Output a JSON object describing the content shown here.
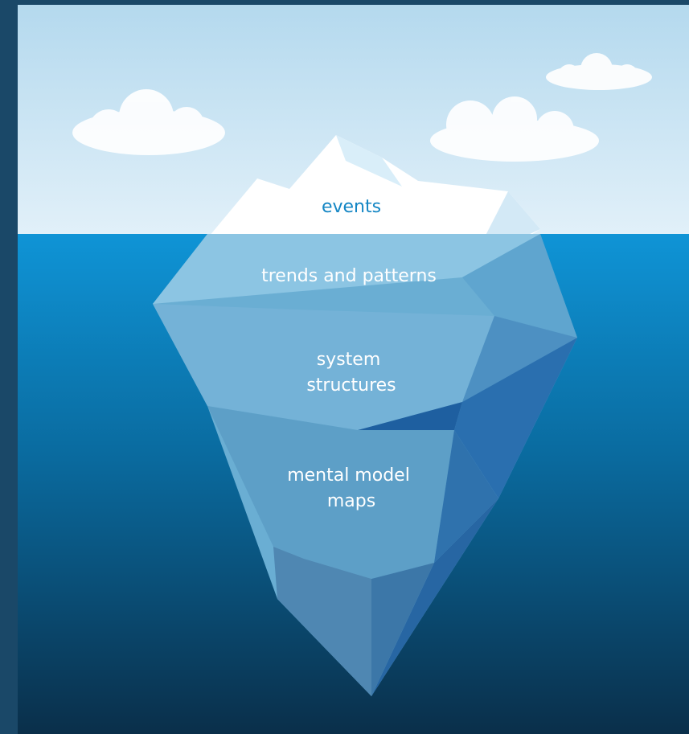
{
  "iceberg": {
    "levels": [
      {
        "lines": [
          "events"
        ]
      },
      {
        "lines": [
          "trends and patterns"
        ]
      },
      {
        "lines": [
          "system",
          "structures"
        ]
      },
      {
        "lines": [
          "mental model",
          "maps"
        ]
      }
    ]
  },
  "colors": {
    "frame": "#1a4868",
    "sky_top": "#b9dcef",
    "sky_bottom": "#ddeef8",
    "water_top": "#0f8ecf",
    "water_bottom": "#0b3350",
    "ice_above": "#ffffff",
    "label_above": "#1486c4",
    "label_below": "#ffffff"
  }
}
